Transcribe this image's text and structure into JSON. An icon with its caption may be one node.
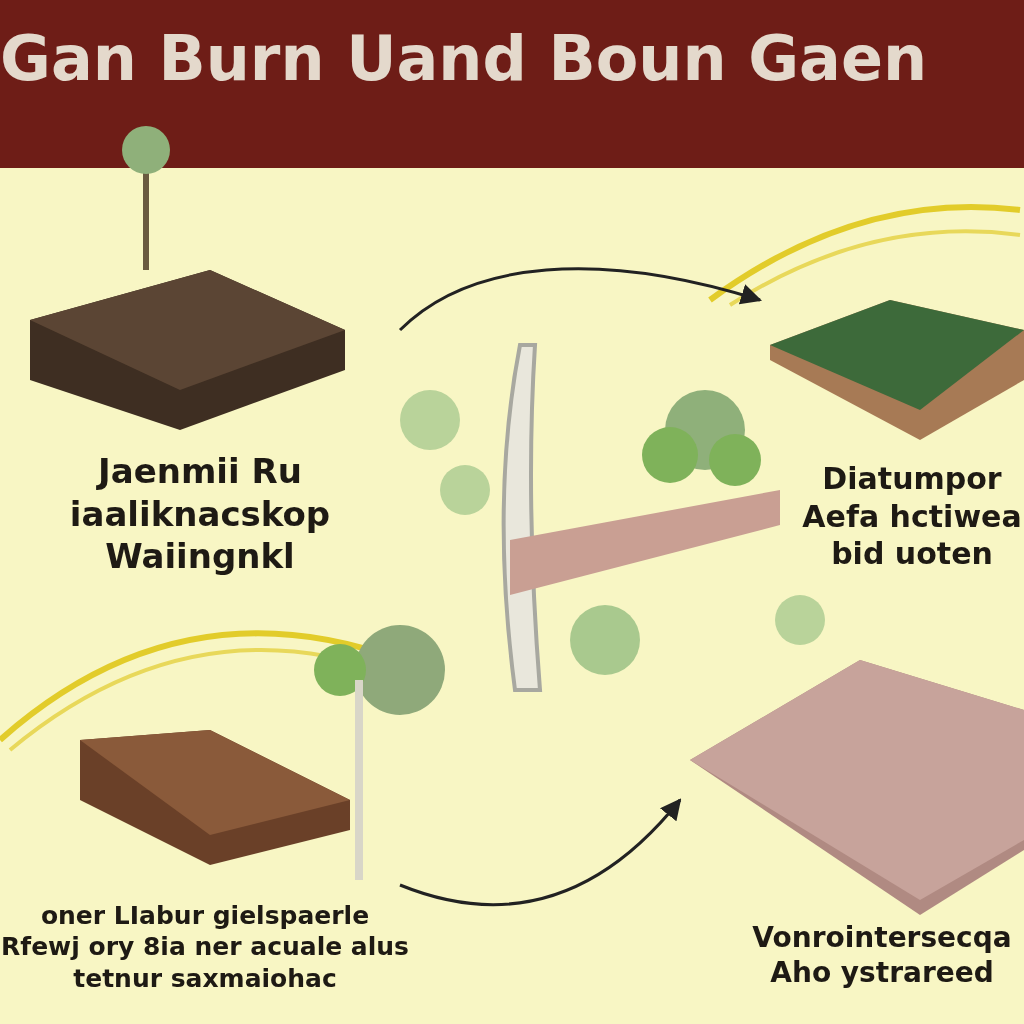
{
  "diagram": {
    "title": "Gan Burn Uand Boun Gaen",
    "nodes": [
      {
        "text": [],
        "shape": "picture",
        "beside": [
          "Jaenmii Ru iaaliknacskop Waiingnkl"
        ]
      },
      {
        "text": [],
        "shape": "picture",
        "beside": [
          "Diatumpor Aefa hctiwea bid uoten"
        ]
      },
      {
        "text": [],
        "shape": "picture",
        "beside": [
          "oner LIabur gielspaerle Rfewj ory 8ia ner acuale alus tetnur saxmaiohac"
        ]
      },
      {
        "text": [],
        "shape": "picture",
        "beside": [
          "Vonrointersecqa Aho ystrareed"
        ]
      }
    ],
    "edges": [
      {
        "from": 0,
        "to": 1,
        "arrow": "to"
      },
      {
        "from": 2,
        "to": 3,
        "arrow": "to"
      }
    ]
  }
}
